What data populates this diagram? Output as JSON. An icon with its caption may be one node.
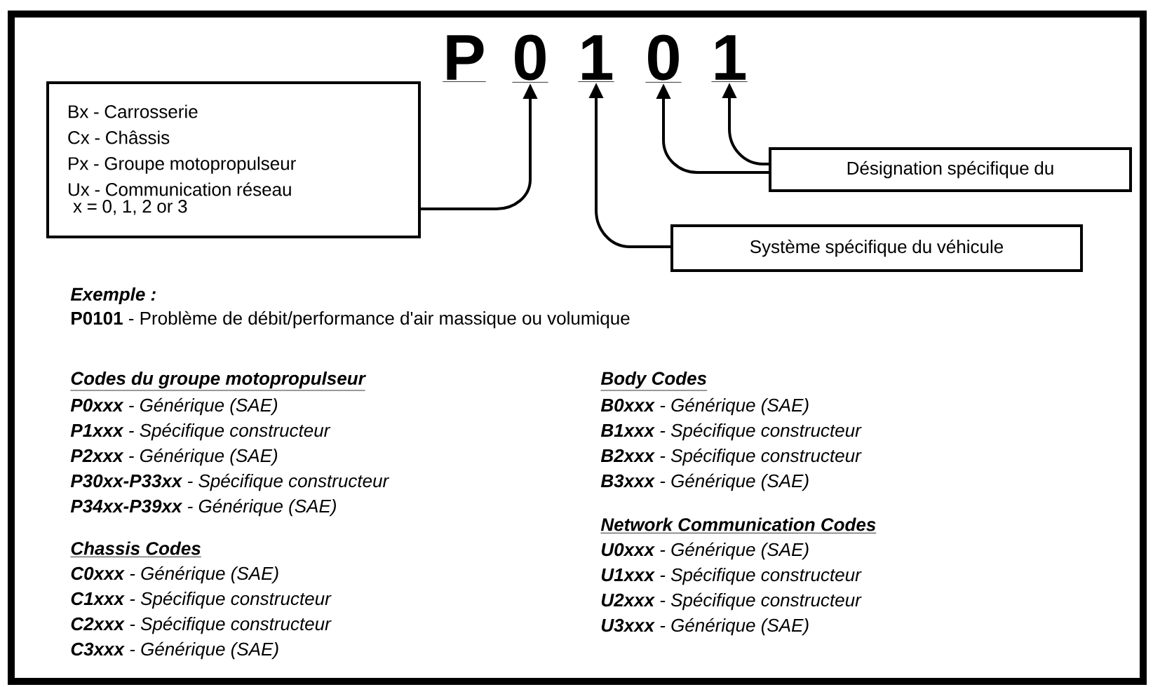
{
  "diagram": {
    "nodes": [
      {
        "text": [
          "P"
        ]
      },
      {
        "text": [
          "0"
        ]
      },
      {
        "text": [
          "1"
        ]
      },
      {
        "text": [
          "0"
        ]
      },
      {
        "text": [
          "1"
        ]
      },
      {
        "text": [
          "Bx - Carrosserie",
          "Cx - Châssis",
          "Px - Groupe motopropulseur",
          "Ux - Communication réseau",
          "x = 0, 1, 2 or 3"
        ]
      },
      {
        "text": [
          "Désignation spécifique du"
        ]
      },
      {
        "text": [
          "Système spécifique du véhicule"
        ]
      }
    ],
    "edges": [
      {
        "from": 5,
        "to": 1,
        "arrow": "to"
      },
      {
        "from": 7,
        "to": 2,
        "arrow": "to"
      },
      {
        "from": 6,
        "to": 3,
        "arrow": "to"
      },
      {
        "from": 6,
        "to": 4,
        "arrow": "to"
      }
    ],
    "labels": [
      "Exemple :",
      "**P0101** - Problème de débit/performance d'air massique ou volumique",
      "Codes du groupe motopropulseur",
      "**P0xxx** - Générique (SAE)",
      "**P1xxx** - Spécifique constructeur",
      "**P2xxx** - Générique (SAE)",
      "**P30xx-P33xx** - Spécifique constructeur",
      "**P34xx-P39xx** - Générique (SAE)",
      "Chassis Codes",
      "**C0xxx** - Générique (SAE)",
      "**C1xxx** - Spécifique constructeur",
      "**C2xxx** - Spécifique constructeur",
      "**C3xxx** - Générique (SAE)",
      "Body Codes",
      "**B0xxx** - Générique (SAE)",
      "**B1xxx** - Spécifique constructeur",
      "**B2xxx** - Spécifique constructeur",
      "**B3xxx** - Générique (SAE)",
      "Network Communication Codes",
      "**U0xxx** - Générique (SAE)",
      "**U1xxx** - Spécifique constructeur",
      "**U2xxx** - Spécifique constructeur",
      "**U3xxx** - Générique (SAE)"
    ]
  }
}
